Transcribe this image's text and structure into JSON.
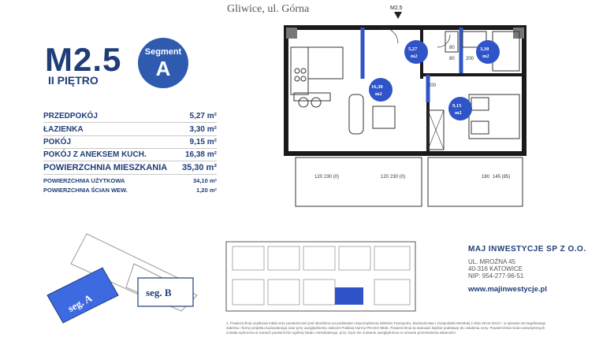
{
  "header": {
    "location": "Gliwice, ul. Górna"
  },
  "unit": {
    "code": "M2.5",
    "floor": "II PIĘTRO",
    "marker": "M2.5"
  },
  "segment": {
    "word": "Segment",
    "letter": "A"
  },
  "rooms": [
    {
      "name": "PRZEDPOKÓJ",
      "area": "5,27 m²"
    },
    {
      "name": "ŁAZIENKA",
      "area": "3,30 m²"
    },
    {
      "name": "POKÓJ",
      "area": "9,15 m²"
    },
    {
      "name": "POKÓJ Z ANEKSEM KUCH.",
      "area": "16,38 m²"
    }
  ],
  "totals": {
    "living_name": "POWIERZCHNIA MIESZKANIA",
    "living_area": "35,30 m²",
    "usable_name": "POWIERZCHNIA UŻYTKOWA",
    "usable_area": "34,10 m²",
    "walls_name": "POWIERZCHNIA ŚCIAN WEW.",
    "walls_area": "1,20 m²"
  },
  "plan_labels": {
    "hall": "5,27\nm2",
    "bath": "3,30\nm2",
    "living": "16,38\nm2",
    "bed": "9,15\nm2",
    "d80a": "80",
    "d80b": "80",
    "d200a": "200",
    "d200b": "200",
    "d120": "120",
    "d230a": "230 (0)",
    "d230b": "230 (0)",
    "d180": "180",
    "d145": "145 (85)"
  },
  "site_plan": {
    "seg_a": "seg. A",
    "seg_b": "seg. B"
  },
  "company": {
    "name": "MAJ INWESTYCJE SP Z O.O.",
    "street": "UL. MROŹNA 45",
    "city": "40-316 KATOWICE",
    "nip": "NIP: 954-277-96-51",
    "www": "www.majinwestycje.pl"
  },
  "footnote": "1. Powierzchnia użytkowa lokali oraz pomieszczeń jest określona na podstawie rozporządzenia Ministra Transportu, Budownictwa i Gospodarki Morskiej z dnia 25.04.2012 r. w sprawie szczegółowego zakresu i formy projektu budowlanego oraz przy uwzględnieniu zaleceń Polskiej Normy PN-ISO 9836. Powierzchnia ta stanowić będzie podstawę do ustalenia ceny. Powierzchnia ścian wewnętrznych została wyliczona w ramach powierzchni ogólnej lokalu mieszkalnego, przy czym nie zostanie uwzględniona w umowie przeniesienia własności.",
  "colors": {
    "brand": "#1f3d78",
    "segment": "#2e5bb0",
    "highlight": "#2f54c8",
    "wall": "#1a1a1a"
  }
}
